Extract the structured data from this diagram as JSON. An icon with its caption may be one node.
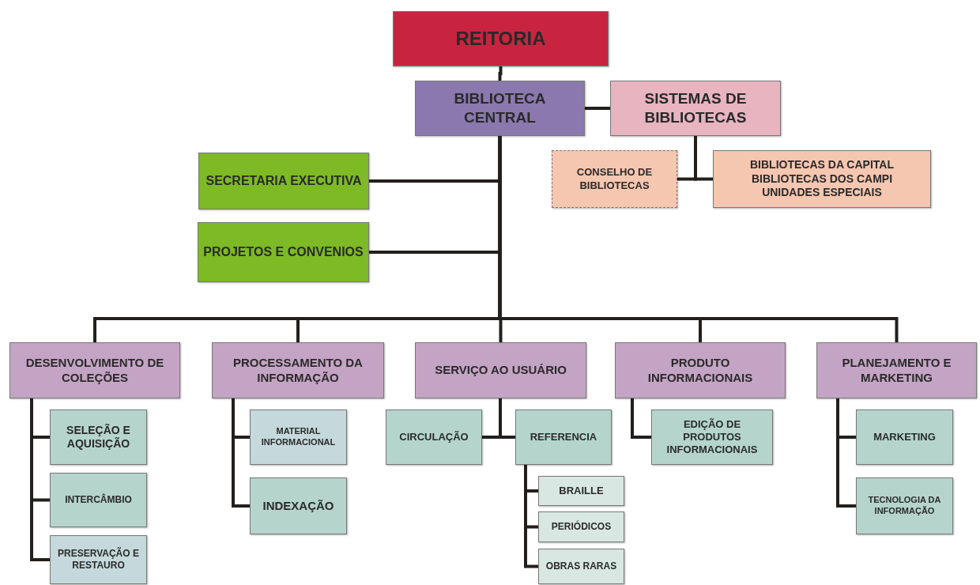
{
  "diagram": {
    "nodes": [
      {
        "text": [
          "REITORIA"
        ]
      },
      {
        "text": [
          "BIBLIOTECA CENTRAL"
        ]
      },
      {
        "text": [
          "SISTEMAS DE BIBLIOTECAS"
        ]
      },
      {
        "text": [
          "CONSELHO DE BIBLIOTECAS"
        ]
      },
      {
        "text": [
          "BIBLIOTECAS DA CAPITAL",
          "BIBLIOTECAS DOS CAMPI",
          "UNIDADES ESPECIAIS"
        ]
      },
      {
        "text": [
          "SECRETARIA EXECUTIVA"
        ]
      },
      {
        "text": [
          "PROJETOS E CONVENIOS"
        ]
      },
      {
        "text": [
          "DESENVOLVIMENTO DE COLEÇÕES"
        ]
      },
      {
        "text": [
          "PROCESSAMENTO DA INFORMAÇÃO"
        ]
      },
      {
        "text": [
          "SERVIÇO AO USUÁRIO"
        ]
      },
      {
        "text": [
          "PRODUTO INFORMACIONAIS"
        ]
      },
      {
        "text": [
          "PLANEJAMENTO E MARKETING"
        ]
      },
      {
        "text": [
          "SELEÇÃO E AQUISIÇÃO"
        ]
      },
      {
        "text": [
          "INTERCÂMBIO"
        ]
      },
      {
        "text": [
          "PRESERVAÇÃO E RESTAURO"
        ]
      },
      {
        "text": [
          "MATERIAL INFORMACIONAL"
        ]
      },
      {
        "text": [
          "INDEXAÇÃO"
        ]
      },
      {
        "text": [
          "CIRCULAÇÃO"
        ]
      },
      {
        "text": [
          "REFERENCIA"
        ]
      },
      {
        "text": [
          "BRAILLE"
        ]
      },
      {
        "text": [
          "PERIÓDICOS"
        ]
      },
      {
        "text": [
          "OBRAS RARAS"
        ]
      },
      {
        "text": [
          "EDIÇÃO DE PRODUTOS INFORMACIONAIS"
        ]
      },
      {
        "text": [
          "MARKETING"
        ]
      },
      {
        "text": [
          "TECNOLOGIA DA INFORMAÇÃO"
        ]
      }
    ],
    "edges": [
      {
        "from": 0,
        "to": 1,
        "arrow": "none"
      },
      {
        "from": 1,
        "to": 2,
        "arrow": "none"
      },
      {
        "from": 2,
        "to": 3,
        "arrow": "none"
      },
      {
        "from": 2,
        "to": 4,
        "arrow": "none"
      },
      {
        "from": 1,
        "to": 5,
        "arrow": "none"
      },
      {
        "from": 1,
        "to": 6,
        "arrow": "none"
      },
      {
        "from": 1,
        "to": 7,
        "arrow": "none"
      },
      {
        "from": 1,
        "to": 8,
        "arrow": "none"
      },
      {
        "from": 1,
        "to": 9,
        "arrow": "none"
      },
      {
        "from": 1,
        "to": 10,
        "arrow": "none"
      },
      {
        "from": 1,
        "to": 11,
        "arrow": "none"
      },
      {
        "from": 7,
        "to": 12,
        "arrow": "none"
      },
      {
        "from": 7,
        "to": 13,
        "arrow": "none"
      },
      {
        "from": 7,
        "to": 14,
        "arrow": "none"
      },
      {
        "from": 8,
        "to": 15,
        "arrow": "none"
      },
      {
        "from": 8,
        "to": 16,
        "arrow": "none"
      },
      {
        "from": 9,
        "to": 17,
        "arrow": "none"
      },
      {
        "from": 9,
        "to": 18,
        "arrow": "none"
      },
      {
        "from": 18,
        "to": 19,
        "arrow": "none"
      },
      {
        "from": 18,
        "to": 20,
        "arrow": "none"
      },
      {
        "from": 18,
        "to": 21,
        "arrow": "none"
      },
      {
        "from": 10,
        "to": 22,
        "arrow": "none"
      },
      {
        "from": 11,
        "to": 23,
        "arrow": "none"
      },
      {
        "from": 11,
        "to": 24,
        "arrow": "none"
      }
    ]
  }
}
